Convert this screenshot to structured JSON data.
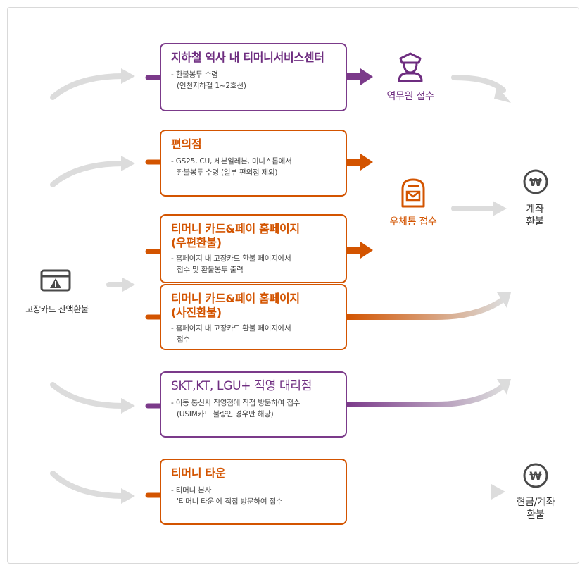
{
  "source": {
    "label": "고장카드 잔액환불",
    "icon": "warning-card-icon"
  },
  "channels": [
    {
      "title": "지하철 역사 내 티머니서비스센터",
      "lines": [
        "- 환불봉투 수령",
        "(인천지하철 1~2호선)"
      ],
      "color": "#7b3a8a"
    },
    {
      "title": "편의점",
      "lines": [
        "- GS25, CU, 세븐일레븐, 미니스톱에서",
        "환불봉투 수령 (일부 편의점 제외)"
      ],
      "color": "#d35400"
    },
    {
      "title": "티머니 카드&페이 홈페이지\n(우편환불)",
      "title_lines": [
        "티머니 카드&페이 홈페이지",
        "(우편환불)"
      ],
      "lines": [
        "- 홈페이지 내 고장카드 환불 페이지에서",
        "접수 및 환불봉투 출력"
      ],
      "color": "#d35400"
    },
    {
      "title_lines": [
        "티머니 카드&페이 홈페이지",
        "(사진환불)"
      ],
      "lines": [
        "- 홈페이지 내 고장카드 환불 페이지에서",
        "접수"
      ],
      "color": "#d35400"
    },
    {
      "title": "SKT,KT, LGU+ 직영 대리점",
      "lines": [
        "- 이동 통신사 직영점에 직접 방문하여 접수",
        "(USIM카드 불량인 경우만 해당)"
      ],
      "color": "#7b3a8a"
    },
    {
      "title": "티머니 타운",
      "lines": [
        "- 티머니 본사",
        "'티머니 타운'에 직접 방문하여 접수"
      ],
      "color": "#d35400"
    }
  ],
  "intermediates": {
    "station": {
      "label": "역무원 접수",
      "icon": "station-staff-icon",
      "color": "#6e2d80"
    },
    "mailbox": {
      "label": "우체통 접수",
      "icon": "mailbox-icon",
      "color": "#d35400"
    }
  },
  "outcomes": {
    "account": {
      "lines": [
        "계좌",
        "환불"
      ],
      "icon": "won-coin-icon"
    },
    "cash_account": {
      "lines": [
        "현금/계좌",
        "환불"
      ],
      "icon": "won-coin-icon"
    }
  },
  "colors": {
    "purple": "#7b3a8a",
    "orange": "#d35400",
    "gray_arrow": "#dcdcdc",
    "icon_dark": "#4a4a4a"
  }
}
